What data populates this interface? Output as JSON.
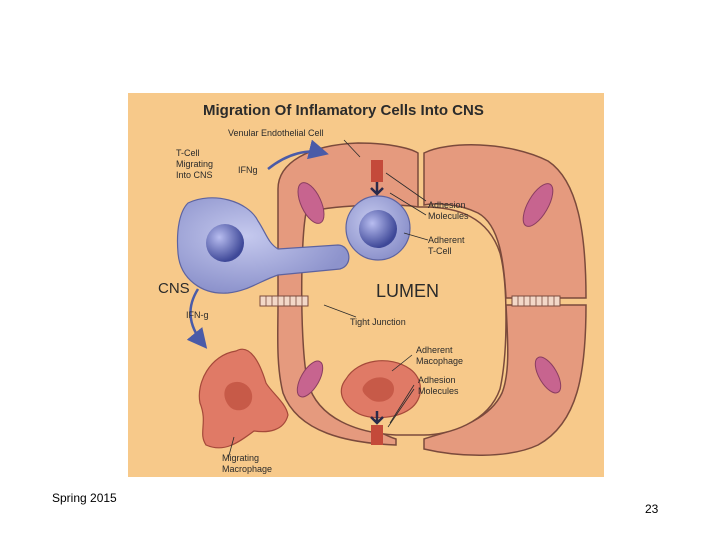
{
  "slide": {
    "footer_left": "Spring 2015",
    "page_number": "23"
  },
  "diagram": {
    "title": "Migration Of Inflamatory Cells Into CNS",
    "labels": {
      "venular_endothelial_cell": "Venular Endothelial Cell",
      "tcell_migrating_1": "T-Cell",
      "tcell_migrating_2": "Migrating",
      "tcell_migrating_3": "Into CNS",
      "ifng_top": "IFNg",
      "adhesion_molecules_top_1": "Adhesion",
      "adhesion_molecules_top_2": "Molecules",
      "adherent_tcell_1": "Adherent",
      "adherent_tcell_2": "T-Cell",
      "cns": "CNS",
      "lumen": "LUMEN",
      "ifng_left": "IFN-g",
      "tight_junction": "Tight Junction",
      "adherent_macrophage_1": "Adherent",
      "adherent_macrophage_2": "Macophage",
      "adhesion_molecules_bottom_1": "Adhesion",
      "adhesion_molecules_bottom_2": "Molecules",
      "migrating_macrophage_1": "Migrating",
      "migrating_macrophage_2": "Macrophage"
    },
    "colors": {
      "background": "#f7c98a",
      "endothelium": "#e59a7e",
      "nucleus": "#c7648f",
      "tcell": "#9aa0d4",
      "tcell_nucleus": "#4f5aa8",
      "macrophage": "#e07a66",
      "arrow": "#4a5ba8"
    }
  }
}
